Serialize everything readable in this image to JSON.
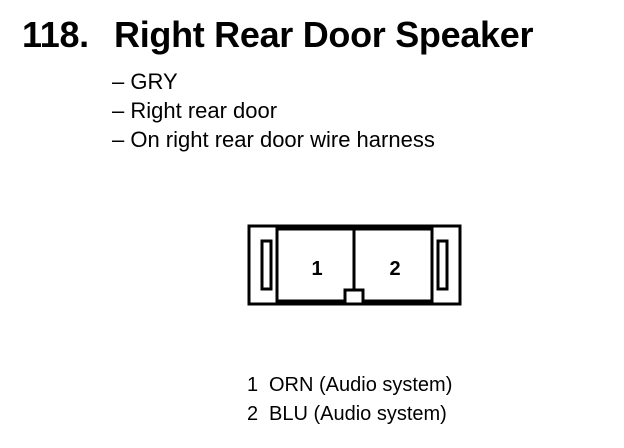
{
  "component": {
    "number": "118.",
    "name": "Right Rear Door Speaker"
  },
  "details": [
    "– GRY",
    "– Right rear door",
    "– On right rear door wire harness"
  ],
  "connector": {
    "cavities": [
      "1",
      "2"
    ]
  },
  "pins": [
    {
      "number": "1",
      "wire": "ORN (Audio system)"
    },
    {
      "number": "2",
      "wire": "BLU (Audio system)"
    }
  ],
  "colors": {
    "line": "#000000",
    "background": "#ffffff"
  }
}
